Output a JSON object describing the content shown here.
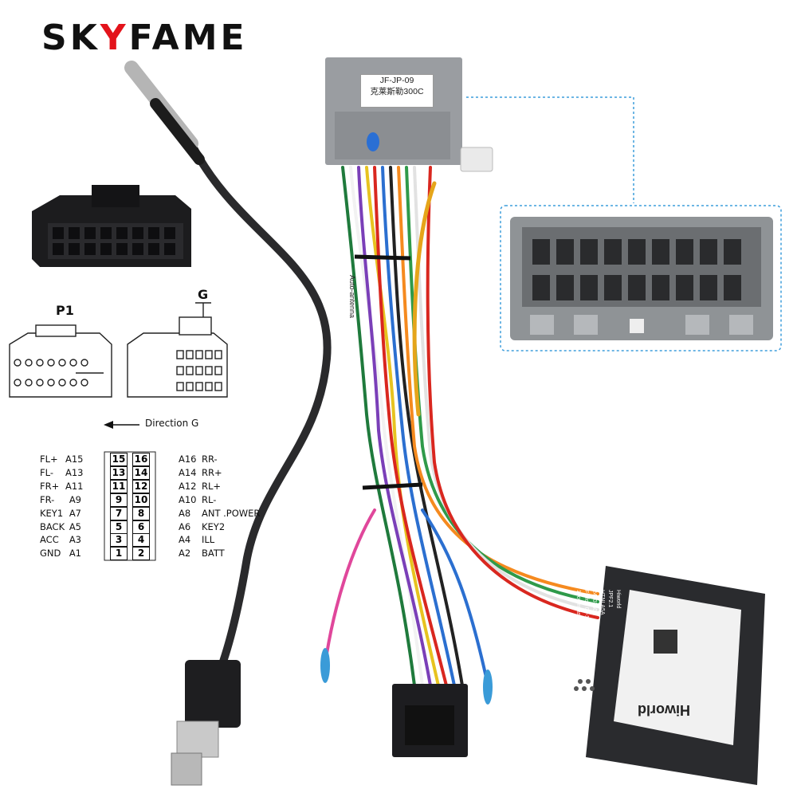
{
  "brand": {
    "prefix": "SK",
    "accent": "Y",
    "suffix": "FAME",
    "accent_color": "#e3131b"
  },
  "connector_label": {
    "line1": "JF-JP-09",
    "line2": "克莱斯勒300C"
  },
  "tag_auto_antenna": "Auto-antenna",
  "diagram": {
    "p1_label": "P1",
    "g_label": "G",
    "direction_label": "Direction G"
  },
  "pins_left": [
    {
      "name": "FL+",
      "code": "A15",
      "num": "15"
    },
    {
      "name": "FL-",
      "code": "A13",
      "num": "13"
    },
    {
      "name": "FR+",
      "code": "A11",
      "num": "11"
    },
    {
      "name": "FR-",
      "code": "A9",
      "num": "9"
    },
    {
      "name": "KEY1",
      "code": "A7",
      "num": "7"
    },
    {
      "name": "BACK",
      "code": "A5",
      "num": "5"
    },
    {
      "name": "ACC",
      "code": "A3",
      "num": "3"
    },
    {
      "name": "GND",
      "code": "A1",
      "num": "1"
    }
  ],
  "pins_right": [
    {
      "name": "RR-",
      "code": "A16",
      "num": "16"
    },
    {
      "name": "RR+",
      "code": "A14",
      "num": "14"
    },
    {
      "name": "RL+",
      "code": "A12",
      "num": "12"
    },
    {
      "name": "RL-",
      "code": "A10",
      "num": "10"
    },
    {
      "name": "ANT .POWER",
      "code": "A8",
      "num": "8"
    },
    {
      "name": "KEY2",
      "code": "A6",
      "num": "6"
    },
    {
      "name": "ILL",
      "code": "A4",
      "num": "4"
    },
    {
      "name": "BATT",
      "code": "A2",
      "num": "2"
    }
  ],
  "decoder": {
    "brand": "Hiworld",
    "text_lines": [
      "Hiworld",
      "JPF2.1",
      "HTNLA5A",
      "2430750C",
      "Fit for: 07-17Wrangler/300C",
      "13compass/11Grand Chiroke"
    ]
  }
}
